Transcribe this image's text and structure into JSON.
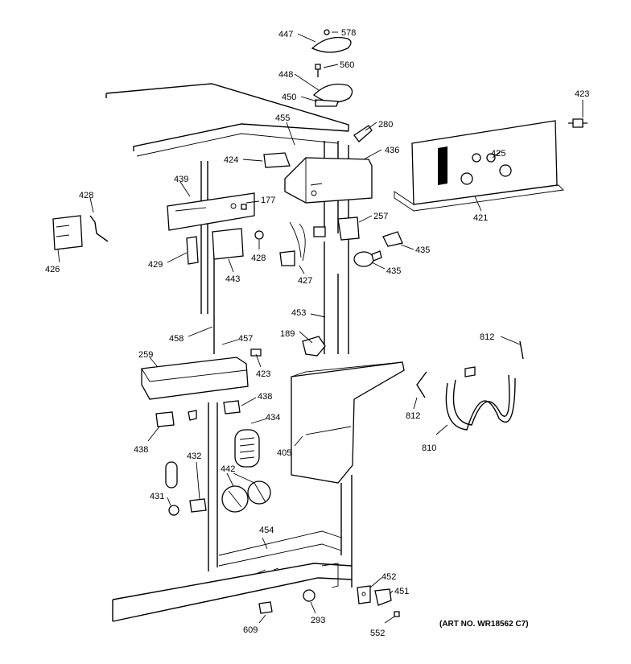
{
  "diagram": {
    "art_no": "(ART NO. WR18562 C7)",
    "callouts": [
      {
        "id": "c447",
        "text": "447"
      },
      {
        "id": "c578",
        "text": "578"
      },
      {
        "id": "c448",
        "text": "448"
      },
      {
        "id": "c560",
        "text": "560"
      },
      {
        "id": "c450",
        "text": "450"
      },
      {
        "id": "c280",
        "text": "280"
      },
      {
        "id": "c455",
        "text": "455"
      },
      {
        "id": "c423a",
        "text": "423"
      },
      {
        "id": "c436",
        "text": "436"
      },
      {
        "id": "c424",
        "text": "424"
      },
      {
        "id": "c425",
        "text": "425"
      },
      {
        "id": "c439",
        "text": "439"
      },
      {
        "id": "c428a",
        "text": "428"
      },
      {
        "id": "c177",
        "text": "177"
      },
      {
        "id": "c257",
        "text": "257"
      },
      {
        "id": "c421",
        "text": "421"
      },
      {
        "id": "c426",
        "text": "426"
      },
      {
        "id": "c429",
        "text": "429"
      },
      {
        "id": "c428b",
        "text": "428"
      },
      {
        "id": "c443",
        "text": "443"
      },
      {
        "id": "c427",
        "text": "427"
      },
      {
        "id": "c435a",
        "text": "435"
      },
      {
        "id": "c435b",
        "text": "435"
      },
      {
        "id": "c453",
        "text": "453"
      },
      {
        "id": "c189",
        "text": "189"
      },
      {
        "id": "c458",
        "text": "458"
      },
      {
        "id": "c457",
        "text": "457"
      },
      {
        "id": "c812a",
        "text": "812"
      },
      {
        "id": "c259",
        "text": "259"
      },
      {
        "id": "c423b",
        "text": "423"
      },
      {
        "id": "c438a",
        "text": "438"
      },
      {
        "id": "c434",
        "text": "434"
      },
      {
        "id": "c812b",
        "text": "812"
      },
      {
        "id": "c438b",
        "text": "438"
      },
      {
        "id": "c405",
        "text": "405"
      },
      {
        "id": "c810",
        "text": "810"
      },
      {
        "id": "c432",
        "text": "432"
      },
      {
        "id": "c442",
        "text": "442"
      },
      {
        "id": "c431",
        "text": "431"
      },
      {
        "id": "c454",
        "text": "454"
      },
      {
        "id": "c452",
        "text": "452"
      },
      {
        "id": "c451",
        "text": "451"
      },
      {
        "id": "c609",
        "text": "609"
      },
      {
        "id": "c293",
        "text": "293"
      },
      {
        "id": "c552",
        "text": "552"
      }
    ]
  }
}
